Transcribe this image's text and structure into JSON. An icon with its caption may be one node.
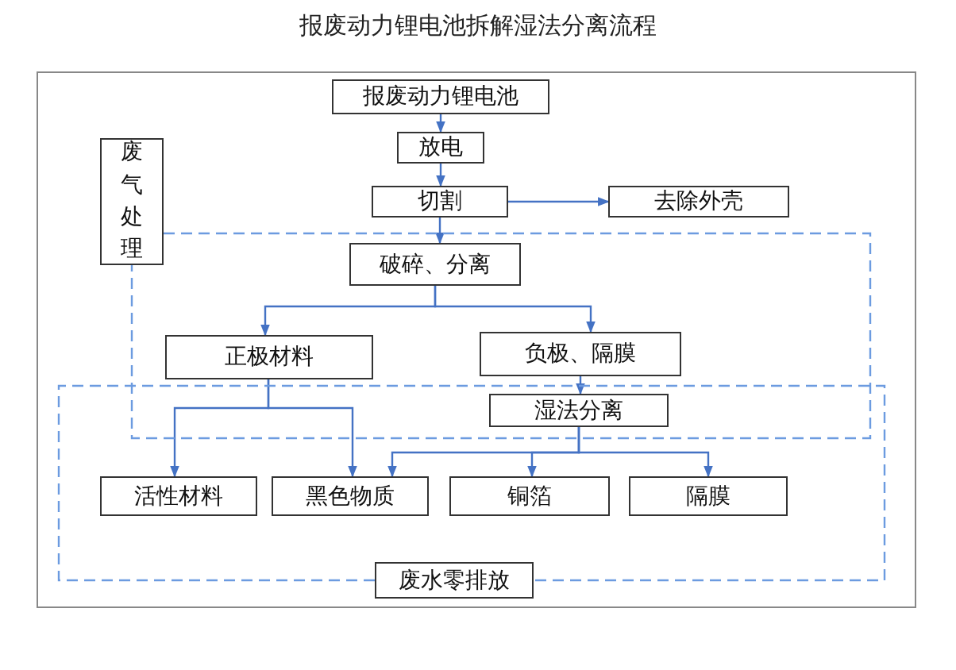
{
  "diagram": {
    "title": "报废动力锂电池拆解湿法分离流程",
    "nodes": [
      {
        "text": [
          "报废动力锂电池"
        ]
      },
      {
        "text": [
          "放电"
        ]
      },
      {
        "text": [
          "切割"
        ]
      },
      {
        "text": [
          "去除外壳"
        ]
      },
      {
        "text": [
          "废气处理"
        ]
      },
      {
        "text": [
          "破碎、分离"
        ]
      },
      {
        "text": [
          "正极材料"
        ]
      },
      {
        "text": [
          "负极、隔膜"
        ]
      },
      {
        "text": [
          "湿法分离"
        ]
      },
      {
        "text": [
          "活性材料"
        ]
      },
      {
        "text": [
          "黑色物质"
        ]
      },
      {
        "text": [
          "铜箔"
        ]
      },
      {
        "text": [
          "隔膜"
        ]
      },
      {
        "text": [
          "废水零排放"
        ]
      }
    ],
    "edges": [
      {
        "from": 0,
        "to": 1,
        "arrow": "to"
      },
      {
        "from": 1,
        "to": 2,
        "arrow": "to"
      },
      {
        "from": 2,
        "to": 3,
        "arrow": "to"
      },
      {
        "from": 2,
        "to": 5,
        "arrow": "to"
      },
      {
        "from": 5,
        "to": 6,
        "arrow": "to"
      },
      {
        "from": 5,
        "to": 7,
        "arrow": "to"
      },
      {
        "from": 7,
        "to": 8,
        "arrow": "to"
      },
      {
        "from": 6,
        "to": 9,
        "arrow": "to"
      },
      {
        "from": 6,
        "to": 10,
        "arrow": "to"
      },
      {
        "from": 8,
        "to": 10,
        "arrow": "to"
      },
      {
        "from": 8,
        "to": 11,
        "arrow": "to"
      },
      {
        "from": 8,
        "to": 12,
        "arrow": "to"
      },
      {
        "from": 4,
        "to": 4,
        "arrow": "none",
        "style": "dashed",
        "color": "#6c9be0"
      },
      {
        "from": 13,
        "to": 13,
        "arrow": "none",
        "style": "dashed",
        "color": "#6c9be0"
      }
    ]
  }
}
